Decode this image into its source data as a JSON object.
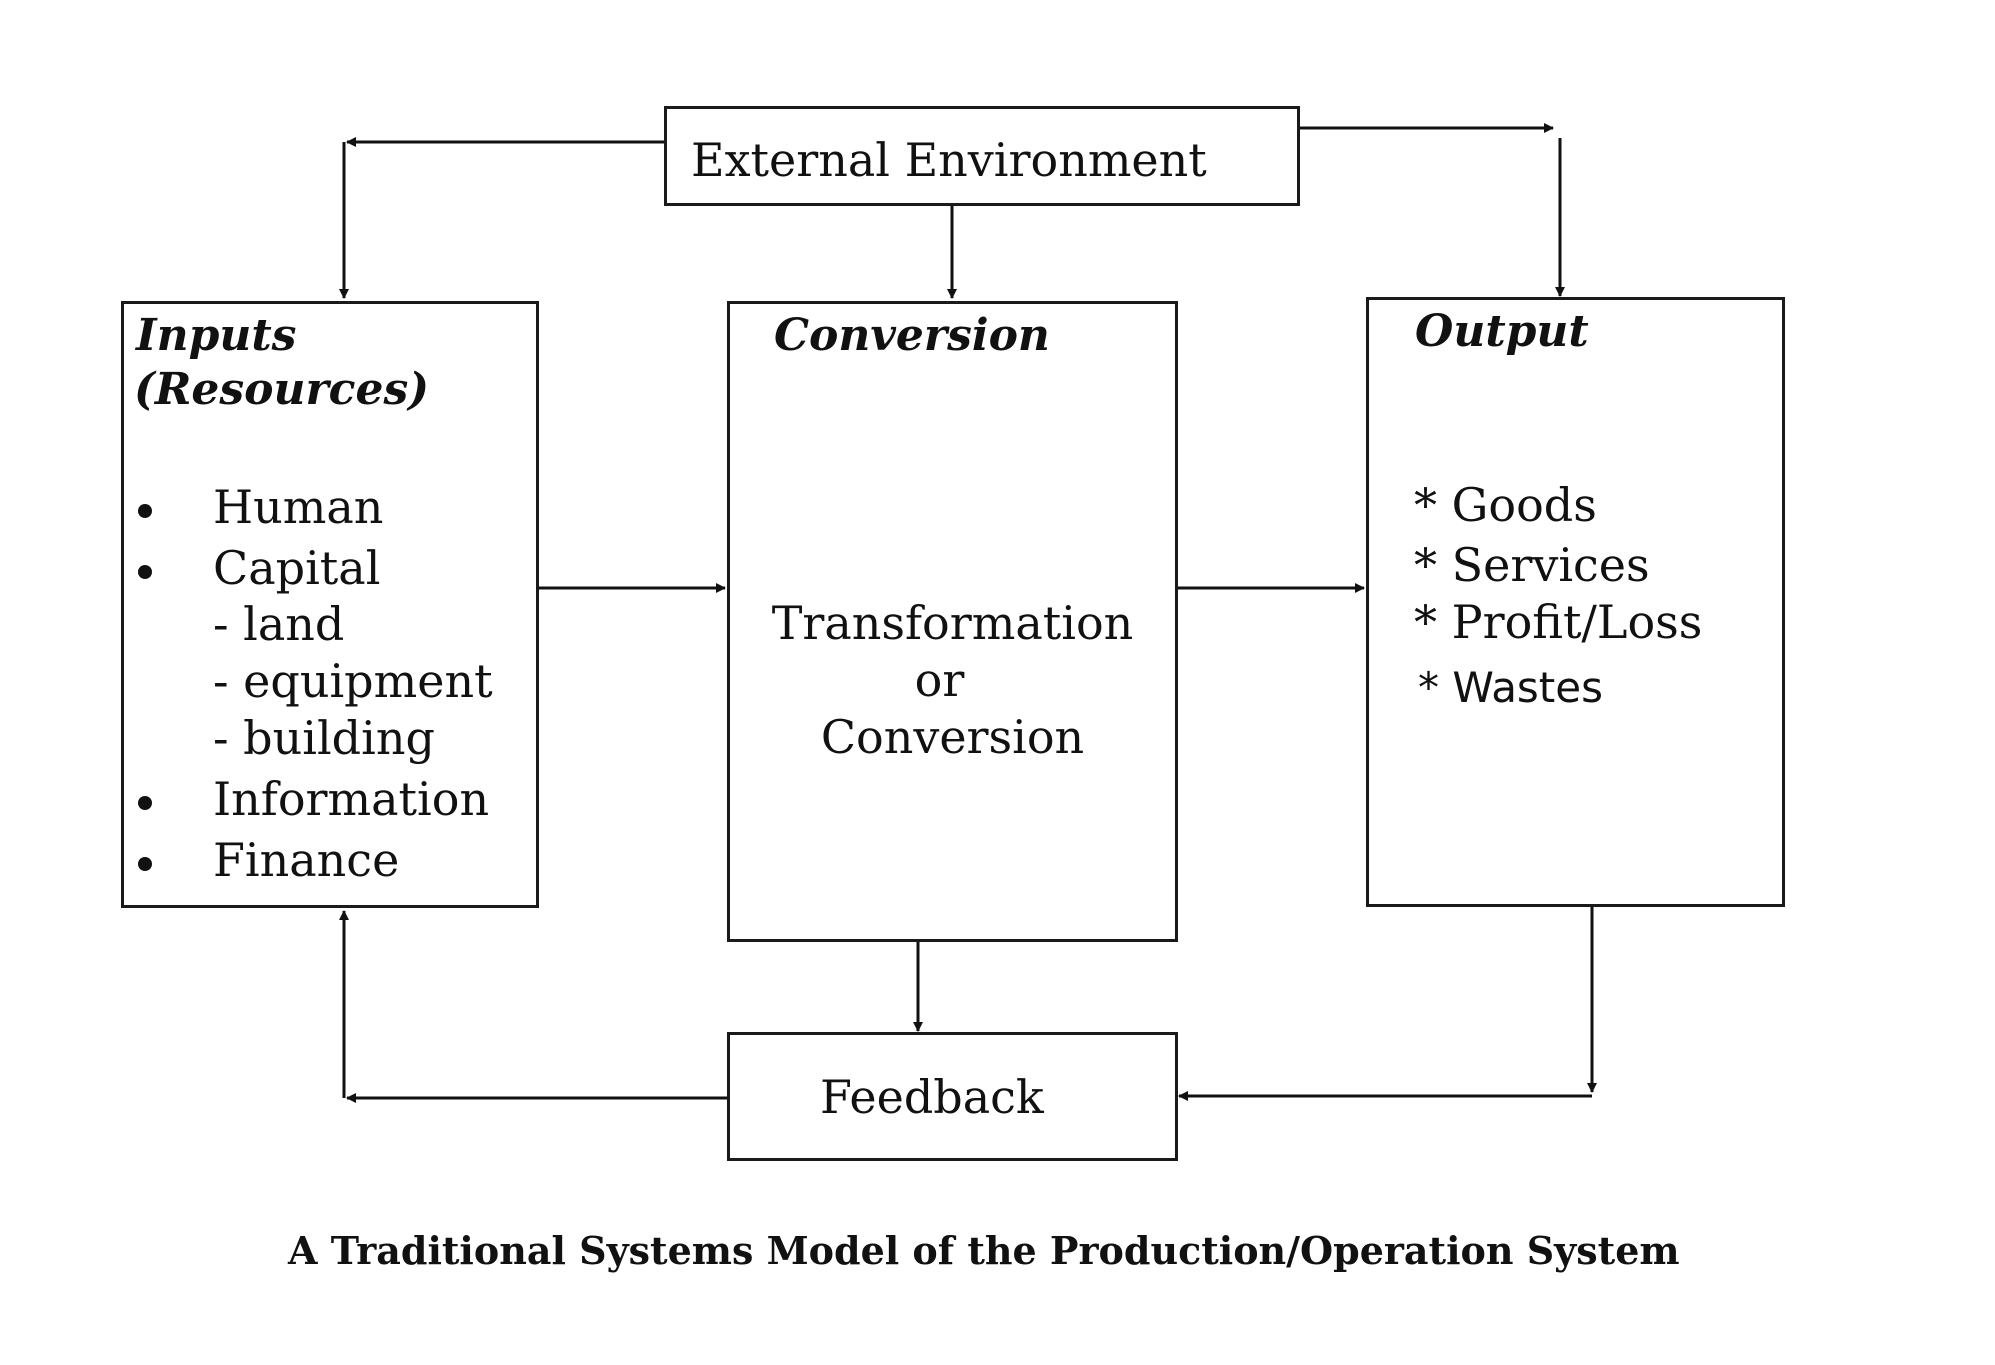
{
  "external_environment": "External Environment",
  "inputs": {
    "heading_line1": "Inputs",
    "heading_line2": "(Resources)",
    "items": [
      "Human",
      "Capital",
      "- land",
      "- equipment",
      "- building",
      "Information",
      "Finance"
    ]
  },
  "conversion": {
    "heading": "Conversion",
    "body_line1": "Transformation",
    "body_line2": "or",
    "body_line3": "Conversion"
  },
  "output": {
    "heading": "Output",
    "items": [
      "* Goods",
      "* Services",
      "* Profit/Loss",
      "* Wastes"
    ]
  },
  "feedback": "Feedback",
  "caption": "A Traditional Systems Model of the Production/Operation System"
}
